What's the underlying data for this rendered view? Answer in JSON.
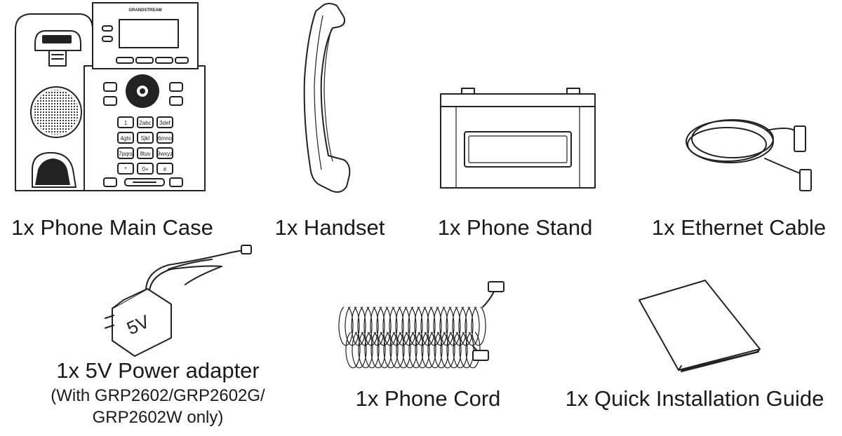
{
  "items": [
    {
      "id": "main_case",
      "label": "1x Phone Main Case",
      "icon": "phone-main-case-illustration"
    },
    {
      "id": "handset",
      "label": "1x Handset",
      "icon": "handset-illustration"
    },
    {
      "id": "stand",
      "label": "1x Phone Stand",
      "icon": "phone-stand-illustration"
    },
    {
      "id": "ethernet",
      "label": "1x Ethernet Cable",
      "icon": "ethernet-cable-illustration"
    },
    {
      "id": "power",
      "label": "1x 5V Power adapter",
      "note_line1": "(With GRP2602/GRP2602G/",
      "note_line2": "GRP2602W only)",
      "adapter_marking": "5V",
      "icon": "power-adapter-illustration"
    },
    {
      "id": "cord",
      "label": "1x Phone Cord",
      "icon": "phone-cord-illustration"
    },
    {
      "id": "guide",
      "label": "1x Quick Installation Guide",
      "icon": "quick-guide-illustration"
    }
  ],
  "phone": {
    "brand": "GRANDSTREAM",
    "keypad": [
      "1",
      "2abc",
      "3def",
      "4ghi",
      "5jkl",
      "6mno",
      "7pqrs",
      "8tuv",
      "9wxyz",
      "*",
      "0+",
      "#"
    ]
  }
}
